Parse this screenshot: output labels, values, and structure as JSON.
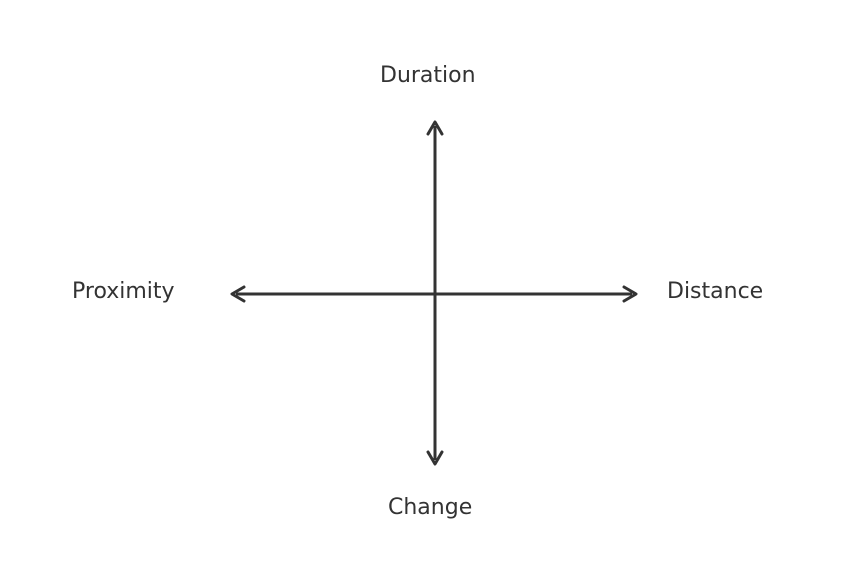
{
  "diagram": {
    "axes": {
      "top": "Duration",
      "bottom": "Change",
      "left": "Proximity",
      "right": "Distance"
    },
    "colors": {
      "line": "#333333",
      "text": "#333333",
      "background": "#ffffff"
    }
  }
}
